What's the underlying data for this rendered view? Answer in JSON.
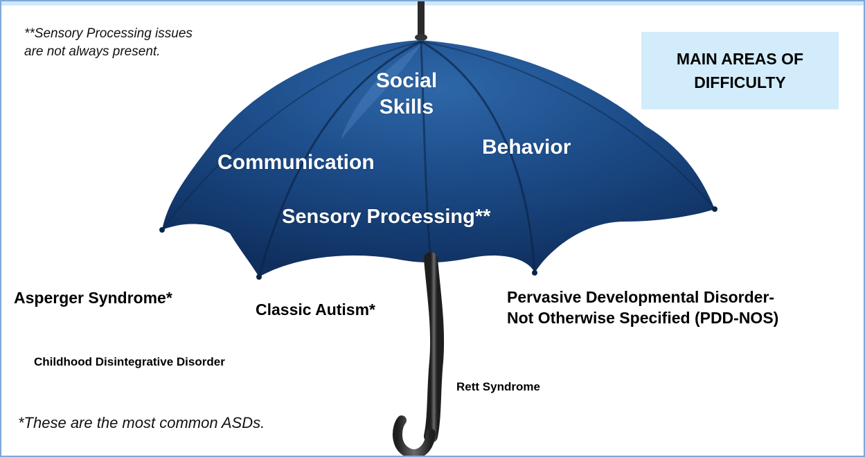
{
  "notes": {
    "sensory_note_line1": "**Sensory Processing issues",
    "sensory_note_line2": "are not always present.",
    "common_note": "*These are the most common ASDs."
  },
  "umbrella": {
    "areas": {
      "social_line1": "Social",
      "social_line2": "Skills",
      "communication": "Communication",
      "behavior": "Behavior",
      "sensory": "Sensory Processing**"
    },
    "colors": {
      "canopy_dark": "#0f2f5e",
      "canopy_mid": "#1f4f8c",
      "canopy_light": "#3b77b8",
      "handle": "#3a3a3a"
    }
  },
  "legend": {
    "title_line1": "MAIN AREAS OF",
    "title_line2": "DIFFICULTY",
    "background": "#d3ecfb"
  },
  "disorders": {
    "asperger": "Asperger Syndrome*",
    "classic_autism": "Classic Autism*",
    "pdd_line1": "Pervasive Developmental Disorder-",
    "pdd_line2": "Not Otherwise Specified (PDD-NOS)",
    "childhood_disintegrative": "Childhood Disintegrative Disorder",
    "rett": "Rett Syndrome"
  }
}
